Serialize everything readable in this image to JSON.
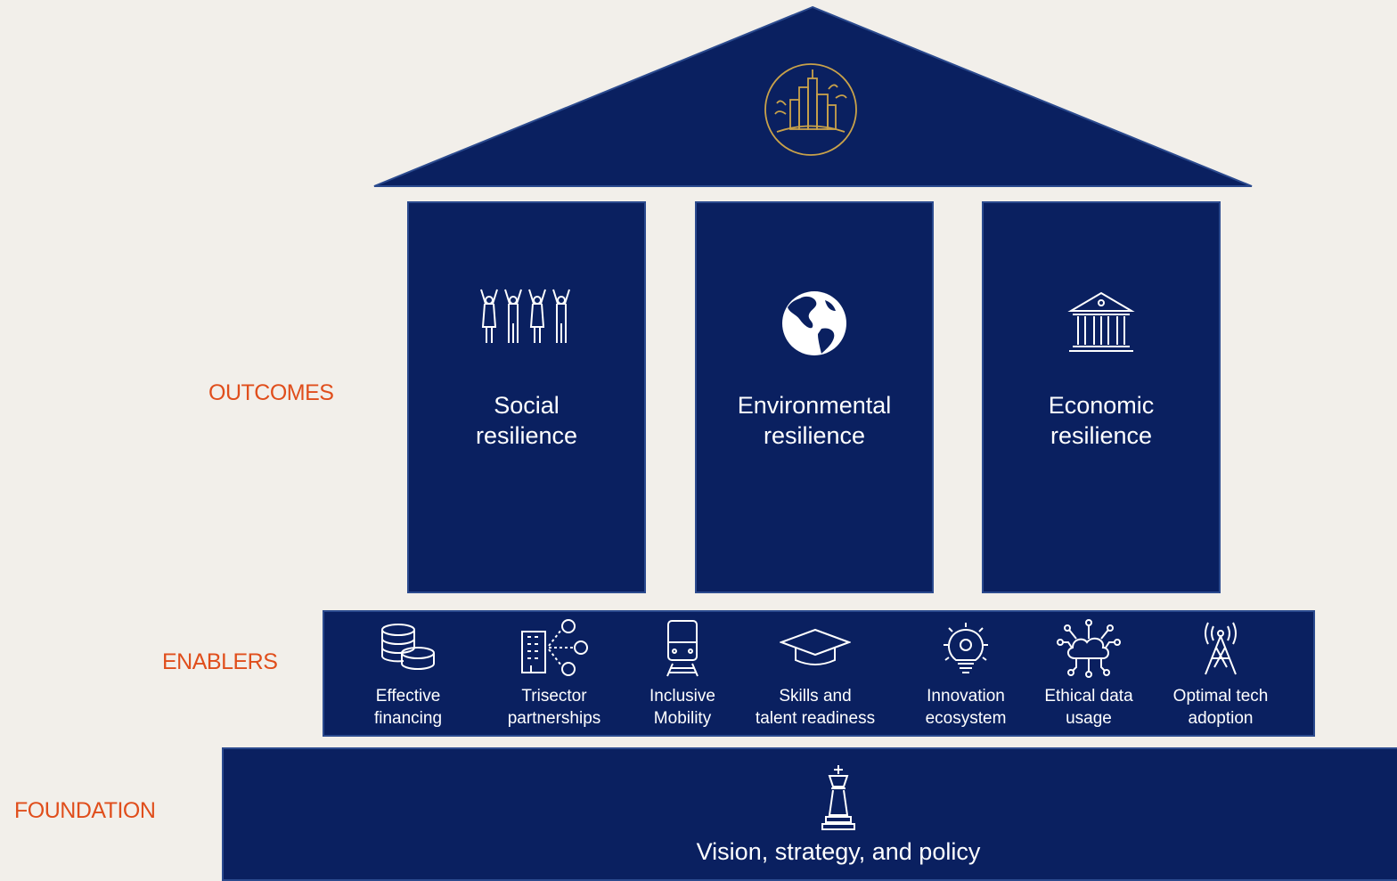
{
  "labels": {
    "outcomes": "OUTCOMES",
    "enablers": "ENABLERS",
    "foundation": "FOUNDATION"
  },
  "roof": {
    "icon": "city-emblem-icon"
  },
  "pillars": [
    {
      "title": "Social\nresilience",
      "icon": "people-cheering-icon"
    },
    {
      "title": "Environmental\nresilience",
      "icon": "globe-icon"
    },
    {
      "title": "Economic\nresilience",
      "icon": "bank-building-icon"
    }
  ],
  "enablers": [
    {
      "label": "Effective\nfinancing",
      "icon": "coins-icon"
    },
    {
      "label": "Trisector\npartnerships",
      "icon": "building-network-icon"
    },
    {
      "label": "Inclusive\nMobility",
      "icon": "train-icon"
    },
    {
      "label": "Skills and\ntalent readiness",
      "icon": "graduation-cap-icon"
    },
    {
      "label": "Innovation\necosystem",
      "icon": "lightbulb-gear-icon"
    },
    {
      "label": "Ethical data\nusage",
      "icon": "cloud-network-icon"
    },
    {
      "label": "Optimal tech\nadoption",
      "icon": "antenna-tower-icon"
    }
  ],
  "foundation": {
    "title": "Vision, strategy, and policy",
    "icon": "chess-king-icon"
  },
  "colors": {
    "navy": "#0a2060",
    "accent": "#e04e1c",
    "gold": "#c9a24a",
    "background": "#f2efea"
  }
}
